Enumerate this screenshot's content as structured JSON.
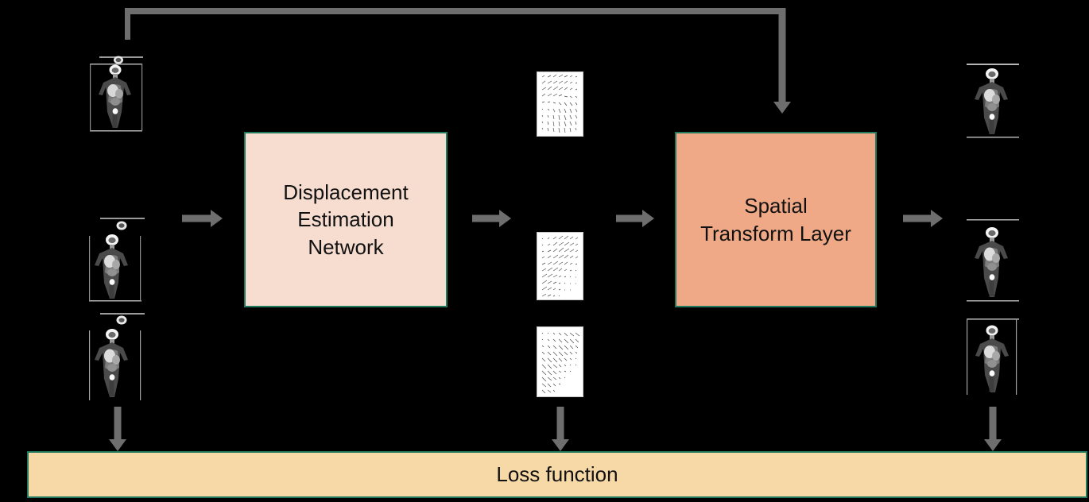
{
  "figure": {
    "title": "Unsupervised deformable registration network diagram",
    "background_color": "#000000",
    "accent_border_color": "#21795E",
    "arrow_color": "#6E6E6E"
  },
  "blocks": [
    {
      "id": "displacement-estimation-network",
      "label": "Displacement\nEstimation\nNetwork",
      "fill_color": "#F7DCD0",
      "border_color": "#21795E"
    },
    {
      "id": "spatial-transform-layer",
      "label": "Spatial\nTransform Layer",
      "fill_color": "#F0A987",
      "border_color": "#21795E"
    },
    {
      "id": "loss-function",
      "label": "Loss function",
      "fill_color": "#F7D9A8",
      "border_color": "#21795E"
    }
  ],
  "inputs": {
    "group_name": "input-pet-scans",
    "count": 3,
    "items": [
      {
        "name": "input-scan-top",
        "kind": "pet-coronal-mip"
      },
      {
        "name": "input-scan-middle",
        "kind": "pet-coronal-mip"
      },
      {
        "name": "input-scan-bottom",
        "kind": "pet-coronal-mip"
      }
    ]
  },
  "displacement_fields": {
    "group_name": "displacement-field-quiver-plots",
    "count": 3,
    "items": [
      {
        "name": "displacement-field-top",
        "kind": "quiver-vector-field"
      },
      {
        "name": "displacement-field-middle",
        "kind": "quiver-vector-field"
      },
      {
        "name": "displacement-field-bottom",
        "kind": "quiver-vector-field"
      }
    ]
  },
  "outputs": {
    "group_name": "output-warped-pet-scans",
    "count": 3,
    "items": [
      {
        "name": "output-scan-top",
        "kind": "pet-coronal-mip"
      },
      {
        "name": "output-scan-middle",
        "kind": "pet-coronal-mip"
      },
      {
        "name": "output-scan-bottom",
        "kind": "pet-coronal-mip"
      }
    ]
  },
  "connectors": [
    {
      "name": "arrow-input-to-network",
      "direction": "right"
    },
    {
      "name": "arrow-network-to-fields",
      "direction": "right"
    },
    {
      "name": "arrow-fields-to-transform",
      "direction": "right"
    },
    {
      "name": "arrow-transform-to-output",
      "direction": "right"
    },
    {
      "name": "arrow-input-to-loss",
      "direction": "down"
    },
    {
      "name": "arrow-fields-to-loss",
      "direction": "down"
    },
    {
      "name": "arrow-output-to-loss",
      "direction": "down"
    },
    {
      "name": "feedback-loop-input-to-transform",
      "direction": "down"
    }
  ]
}
